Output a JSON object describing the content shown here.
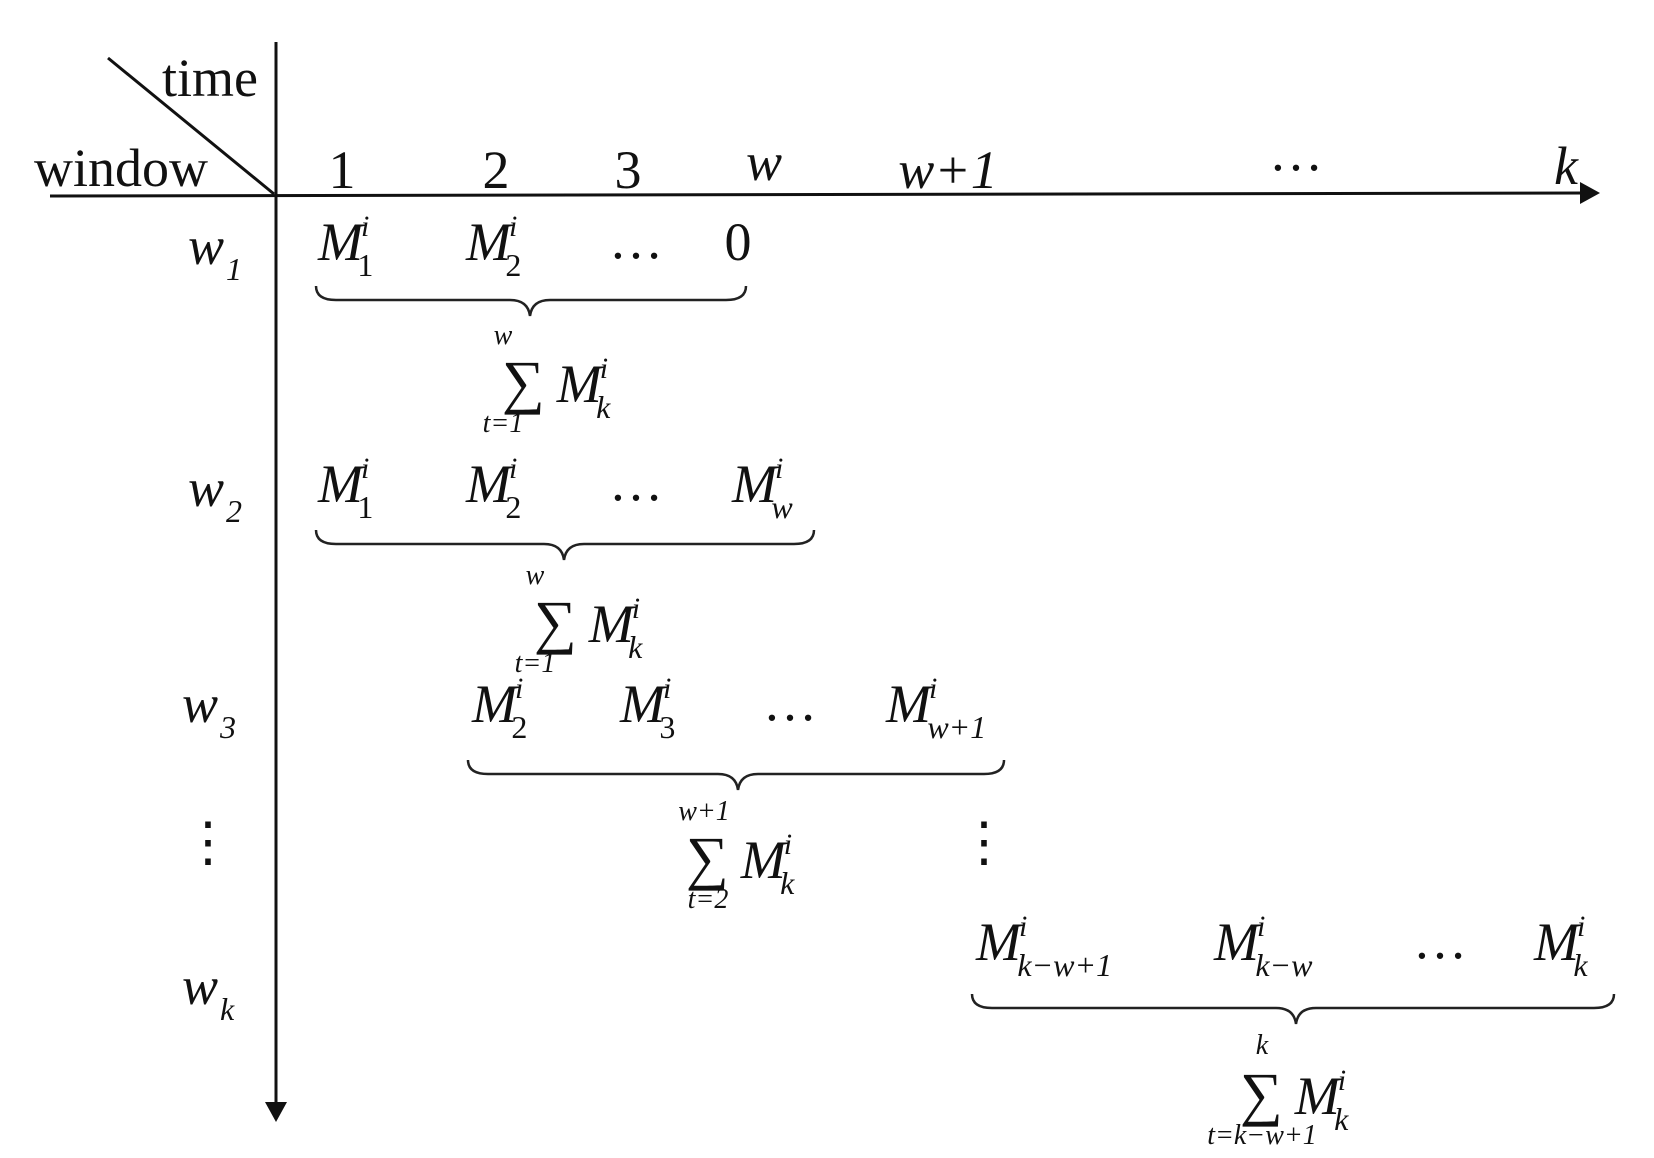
{
  "header": {
    "time_label": "time",
    "window_label": "window"
  },
  "time_axis": {
    "ticks": [
      "1",
      "2",
      "3",
      "w",
      "w+1",
      "…",
      "k"
    ]
  },
  "windows": [
    {
      "name": "w",
      "sub": "1",
      "terms": [
        {
          "base": "M",
          "sup": "i",
          "sub": "1"
        },
        {
          "base": "M",
          "sup": "i",
          "sub": "2"
        },
        {
          "base": "…"
        },
        {
          "base": "0"
        }
      ],
      "sum": {
        "upper": "w",
        "lower": "t=1",
        "base": "M",
        "sup": "i",
        "sub": "k"
      }
    },
    {
      "name": "w",
      "sub": "2",
      "terms": [
        {
          "base": "M",
          "sup": "i",
          "sub": "1"
        },
        {
          "base": "M",
          "sup": "i",
          "sub": "2"
        },
        {
          "base": "…"
        },
        {
          "base": "M",
          "sup": "i",
          "sub": "w"
        }
      ],
      "sum": {
        "upper": "w",
        "lower": "t=1",
        "base": "M",
        "sup": "i",
        "sub": "k"
      }
    },
    {
      "name": "w",
      "sub": "3",
      "terms": [
        {
          "base": "M",
          "sup": "i",
          "sub": "2"
        },
        {
          "base": "M",
          "sup": "i",
          "sub": "3"
        },
        {
          "base": "…"
        },
        {
          "base": "M",
          "sup": "i",
          "sub": "w+1"
        }
      ],
      "sum": {
        "upper": "w+1",
        "lower": "t=2",
        "base": "M",
        "sup": "i",
        "sub": "k"
      }
    },
    {
      "name": "w",
      "sub": "k",
      "terms": [
        {
          "base": "M",
          "sup": "i",
          "sub": "k−w+1"
        },
        {
          "base": "M",
          "sup": "i",
          "sub": "k−w"
        },
        {
          "base": "…"
        },
        {
          "base": "M",
          "sup": "i",
          "sub": "k"
        }
      ],
      "sum": {
        "upper": "k",
        "lower": "t=k−w+1",
        "base": "M",
        "sup": "i",
        "sub": "k"
      }
    }
  ],
  "vertical_ellipsis": "⋮",
  "summation_symbol": "∑"
}
